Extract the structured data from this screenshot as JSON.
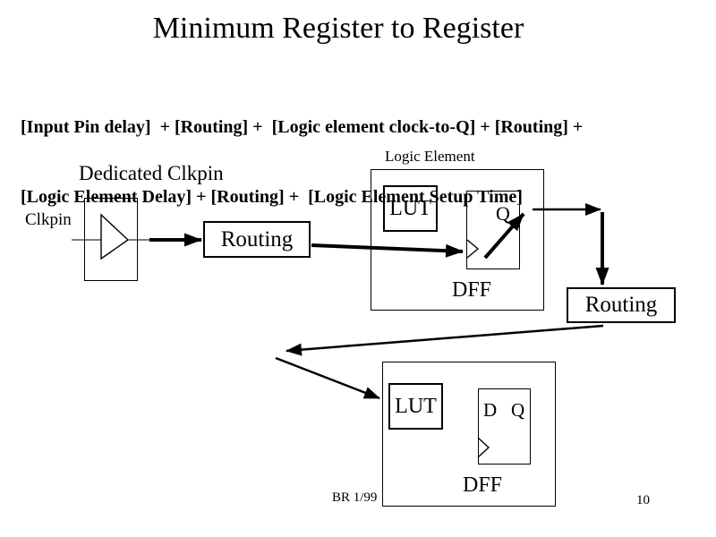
{
  "slide": {
    "title": "Minimum Register to Register",
    "formula": {
      "line1": "[Input Pin delay]  + [Routing] +  [Logic element clock-to-Q] + [Routing] +",
      "line2": "[Logic Element Delay] + [Routing] +  [Logic Element Setup Time]"
    },
    "footer_left": "BR 1/99",
    "page_number": "10"
  },
  "diagram": {
    "dedicated_clkpin_label": "Dedicated Clkpin",
    "clkpin_label": "Clkpin",
    "routing1_label": "Routing",
    "routing2_label": "Routing",
    "logic_element1": {
      "title": "Logic Element",
      "lut_label": "LUT",
      "q_label": "Q",
      "dff_label": "DFF"
    },
    "logic_element2": {
      "lut_label": "LUT",
      "d_label": "D",
      "q_label": "Q",
      "dff_label": "DFF"
    },
    "colors": {
      "ink": "#000000",
      "background": "#ffffff"
    }
  }
}
